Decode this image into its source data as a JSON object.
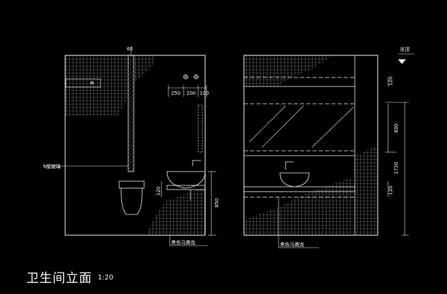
{
  "drawing": {
    "title": "卫生间立面",
    "scale": "1:20",
    "left_elevation": {
      "top_dim": "60",
      "basin_dims": [
        "250",
        "200",
        "100"
      ],
      "label_glass": "5厘玻璃",
      "dim_counter": "120",
      "dim_height": "850",
      "label_floor": "黑色马赛克"
    },
    "right_elevation": {
      "ceiling_mark": "吊顶",
      "dim_top": "120",
      "dim_mirror": "600",
      "dim_mid": "1730",
      "dim_counter": "120",
      "label_floor": "黑色马赛克"
    }
  }
}
